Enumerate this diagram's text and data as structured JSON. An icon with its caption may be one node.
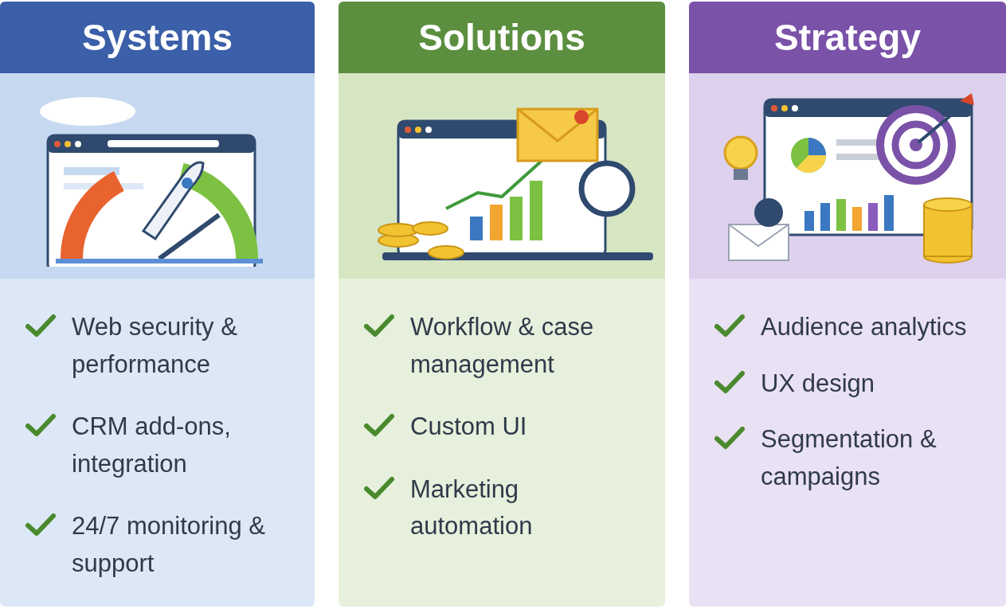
{
  "diagram": {
    "nodes": [
      {
        "text": [
          "Systems",
          "Web security & performance",
          "CRM add-ons, integration",
          "24/7 monitoring & support"
        ]
      },
      {
        "text": [
          "Solutions",
          "Workflow & case management",
          "Custom UI",
          "Marketing automation"
        ]
      },
      {
        "text": [
          "Strategy",
          "Audience analytics",
          "UX design",
          "Segmentation & campaigns"
        ]
      }
    ]
  }
}
